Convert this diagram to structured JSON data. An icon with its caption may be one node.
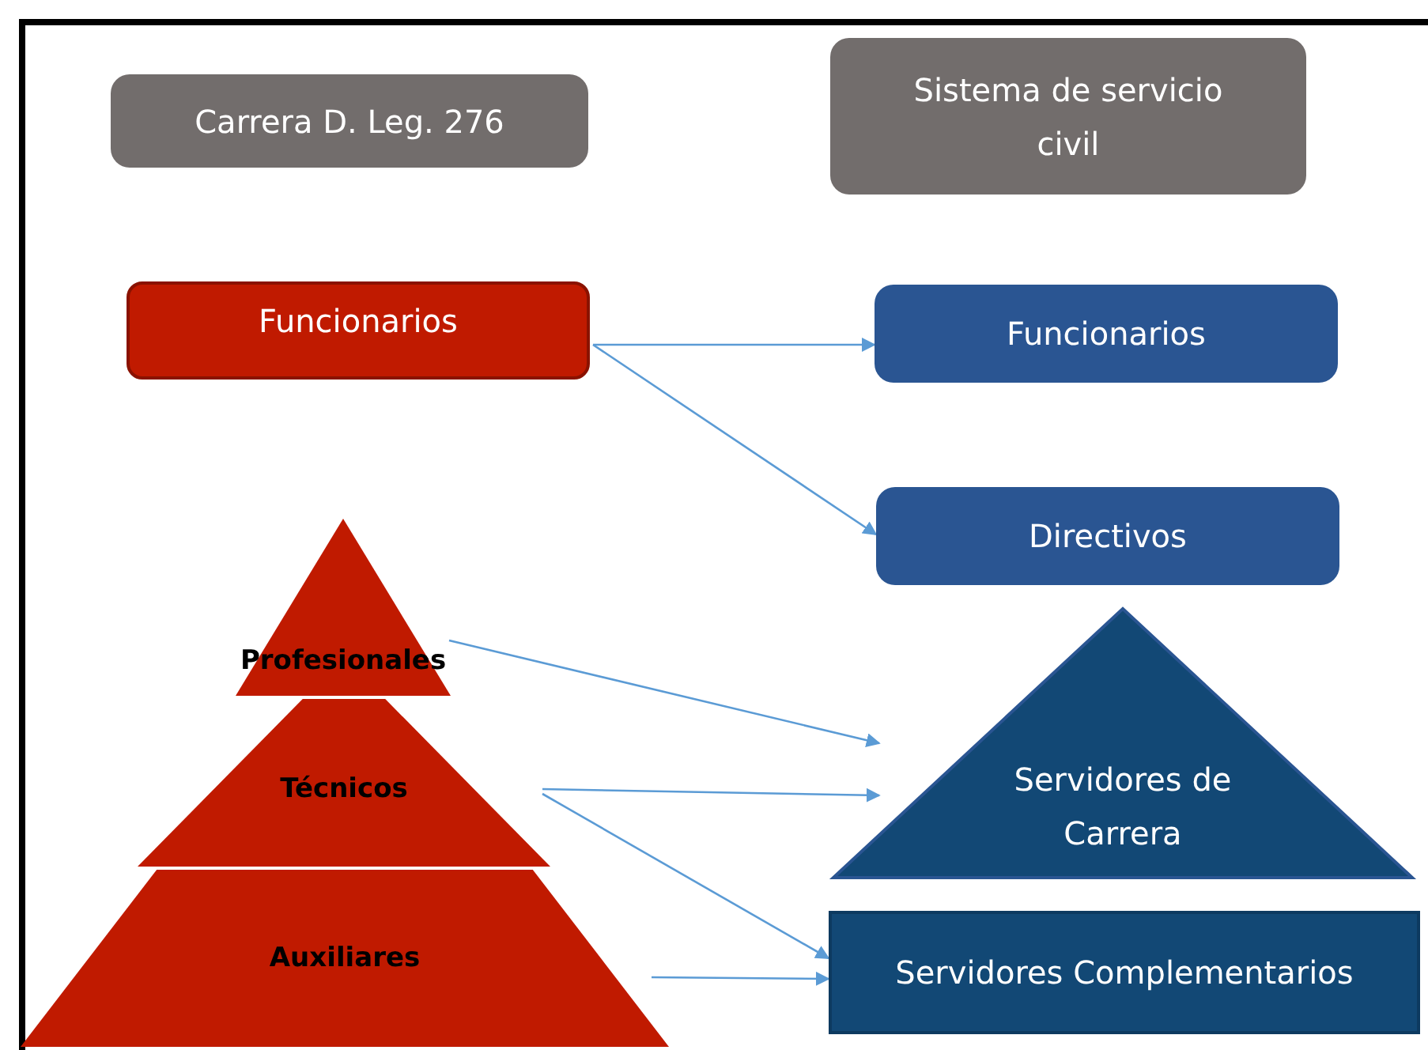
{
  "diagram": {
    "nodes": [
      {
        "text": [
          "Carrera D. Leg. 276"
        ]
      },
      {
        "text": [
          "Sistema de servicio civil"
        ]
      },
      {
        "text": [
          "Funcionarios"
        ]
      },
      {
        "text": [
          "Funcionarios"
        ]
      },
      {
        "text": [
          "Directivos"
        ]
      },
      {
        "text": [
          "Profesionales"
        ]
      },
      {
        "text": [
          "Técnicos"
        ]
      },
      {
        "text": [
          "Auxiliares"
        ]
      },
      {
        "text": [
          "Servidores de Carrera"
        ]
      },
      {
        "text": [
          "Servidores Complementarios"
        ]
      }
    ],
    "edges": [
      {
        "from": 2,
        "to": 3,
        "arrow": "to"
      },
      {
        "from": 2,
        "to": 4,
        "arrow": "to"
      },
      {
        "from": 5,
        "to": 8,
        "arrow": "to"
      },
      {
        "from": 6,
        "to": 8,
        "arrow": "to"
      },
      {
        "from": 6,
        "to": 9,
        "arrow": "to"
      },
      {
        "from": 7,
        "to": 9,
        "arrow": "to"
      }
    ]
  }
}
